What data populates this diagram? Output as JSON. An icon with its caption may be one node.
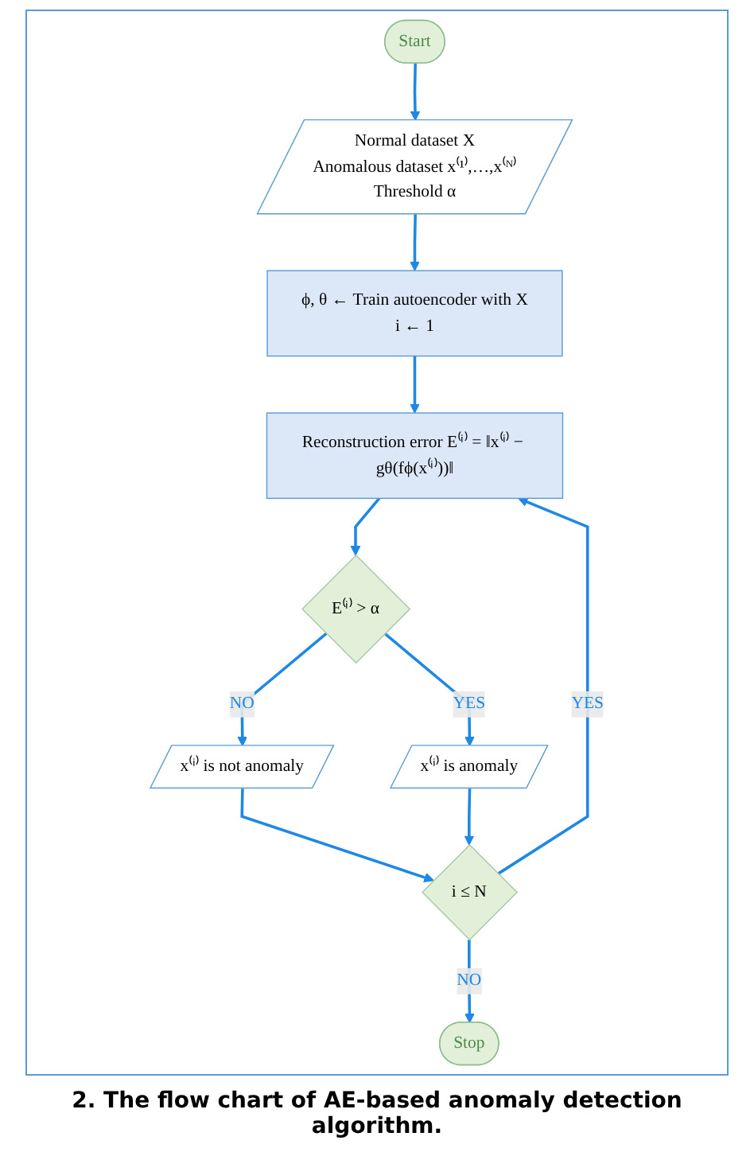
{
  "diagram": {
    "caption": "2. The flow chart of AE-based anomaly detection algorithm.",
    "nodes": [
      {
        "text": [
          "Start"
        ]
      },
      {
        "text": [
          "Normal dataset X",
          "Anomalous dataset x⁽¹⁾,…,x⁽ᴺ⁾",
          "Threshold α"
        ]
      },
      {
        "text": [
          "ϕ, θ ← Train autoencoder with X",
          "i ← 1"
        ]
      },
      {
        "text": [
          "Reconstruction error E⁽ⁱ⁾ = ‖x⁽ⁱ⁾ − gθ(fϕ(x⁽ⁱ⁾))‖"
        ]
      },
      {
        "text": [
          "E⁽ⁱ⁾ > α"
        ]
      },
      {
        "text": [
          "x⁽ⁱ⁾ is not anomaly"
        ]
      },
      {
        "text": [
          "x⁽ⁱ⁾ is anomaly"
        ]
      },
      {
        "text": [
          "i ≤ N"
        ]
      },
      {
        "text": [
          "Stop"
        ]
      }
    ],
    "edges": [
      {
        "from": 0,
        "to": 1,
        "arrow": "to"
      },
      {
        "from": 1,
        "to": 2,
        "arrow": "to"
      },
      {
        "from": 2,
        "to": 3,
        "arrow": "to"
      },
      {
        "from": 3,
        "to": 4,
        "arrow": "to"
      },
      {
        "from": 4,
        "to": 5,
        "label": "NO",
        "arrow": "to"
      },
      {
        "from": 4,
        "to": 6,
        "label": "YES",
        "arrow": "to"
      },
      {
        "from": 5,
        "to": 7,
        "arrow": "to"
      },
      {
        "from": 6,
        "to": 7,
        "arrow": "to"
      },
      {
        "from": 7,
        "to": 3,
        "label": "YES",
        "arrow": "to"
      },
      {
        "from": 7,
        "to": 8,
        "label": "NO",
        "arrow": "to"
      }
    ]
  }
}
